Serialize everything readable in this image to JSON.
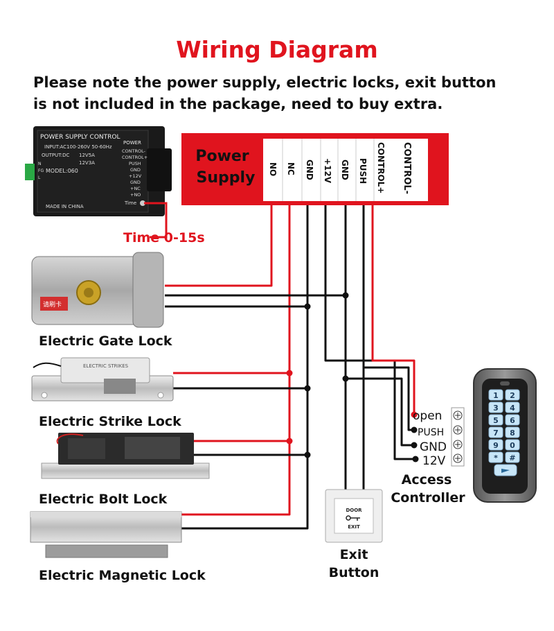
{
  "header": {
    "title": "Wiring Diagram",
    "note_line1": "Please note the power supply, electric locks, exit button",
    "note_line2": "is not included in the package, need to buy extra."
  },
  "power_supply_device": {
    "heading": "POWER SUPPLY CONTROL",
    "power_label": "POWER",
    "input_spec": "INPUT:AC100-260V 50-60Hz",
    "output_label": "OUTPUT:DC",
    "output_1": "12V5A",
    "output_2": "12V3A",
    "model": "MODEL:060",
    "made_in": "MADE IN CHINA",
    "input_terminals": [
      "N",
      "FG",
      "L"
    ],
    "terminal_list": [
      "CONTROL-",
      "CONTROL+",
      "PUSH",
      "GND",
      "+12V",
      "GND",
      "+NC",
      "+NO"
    ],
    "time_label": "Time",
    "time_range": "Time 0-15s"
  },
  "power_supply_panel": {
    "title_line1": "Power",
    "title_line2": "Supply",
    "terminals": [
      "NO",
      "NC",
      "GND",
      "+12V",
      "GND",
      "PUSH",
      "CONTROL+",
      "CONTROL-"
    ]
  },
  "locks": [
    {
      "label": "Electric Gate Lock",
      "badge": "请刷卡"
    },
    {
      "label": "Electric Strike Lock",
      "badge": "ELECTRIC STRIKES"
    },
    {
      "label": "Electric Bolt Lock"
    },
    {
      "label": "Electric Magnetic Lock"
    }
  ],
  "exit_button": {
    "label_line1": "Exit",
    "label_line2": "Button",
    "face_top": "DOOR",
    "face_bottom": "EXIT"
  },
  "access_controller": {
    "label_line1": "Access",
    "label_line2": "Controller",
    "terminals": [
      "open",
      "PUSH",
      "GND",
      "12V"
    ],
    "keys": [
      "1",
      "2",
      "3",
      "4",
      "5",
      "6",
      "7",
      "8",
      "9",
      "0",
      "*",
      "#"
    ]
  },
  "colors": {
    "accent_red": "#e0141e",
    "wire_black": "#111111",
    "panel_red": "#e0141e"
  }
}
